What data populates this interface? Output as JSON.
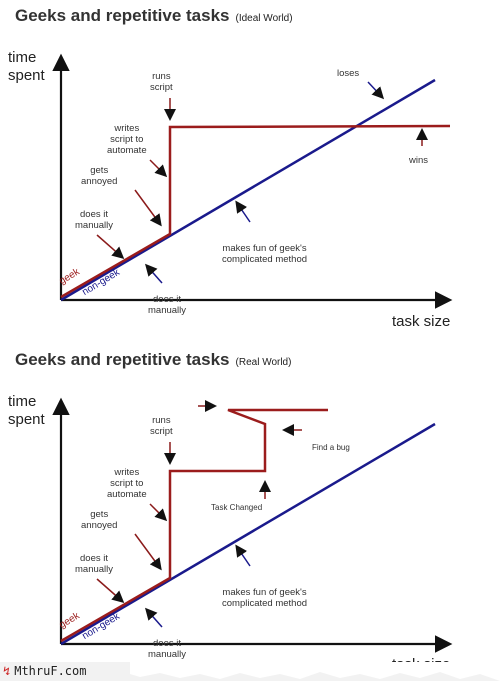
{
  "panels": [
    {
      "title": "Geeks and repetitive tasks",
      "subtitle": "(Ideal World)",
      "y_axis_label_line1": "time",
      "y_axis_label_line2": "spent",
      "x_axis_label": "task size",
      "line_labels": {
        "geek": "geek",
        "non_geek": "non-geek"
      },
      "annotations": {
        "runs_script": [
          "runs",
          "script"
        ],
        "writes_script": [
          "writes",
          "script to",
          "automate"
        ],
        "gets_annoyed": [
          "gets",
          "annoyed"
        ],
        "does_manually_geek": [
          "does it",
          "manually"
        ],
        "does_manually_nongeek": [
          "does it",
          "manually"
        ],
        "makes_fun": [
          "makes fun of geek's",
          "complicated method"
        ],
        "loses": "loses",
        "wins": "wins"
      }
    },
    {
      "title": "Geeks and repetitive tasks",
      "subtitle": "(Real World)",
      "y_axis_label_line1": "time",
      "y_axis_label_line2": "spent",
      "x_axis_label": "task size",
      "line_labels": {
        "geek": "geek",
        "non_geek": "non-geek"
      },
      "annotations": {
        "runs_script": [
          "runs",
          "script"
        ],
        "writes_script": [
          "writes",
          "script to",
          "automate"
        ],
        "gets_annoyed": [
          "gets",
          "annoyed"
        ],
        "does_manually_geek": [
          "does it",
          "manually"
        ],
        "does_manually_nongeek": [
          "does it",
          "manually"
        ],
        "makes_fun": [
          "makes fun of geek's",
          "complicated method"
        ],
        "find_bug": "Find a bug",
        "task_changed": "Task Changed"
      }
    }
  ],
  "footer": {
    "site": "MthruF.com"
  },
  "colors": {
    "geek": "#9b1c1c",
    "non_geek": "#1a1a8c",
    "axis": "#111111",
    "text": "#333333"
  }
}
